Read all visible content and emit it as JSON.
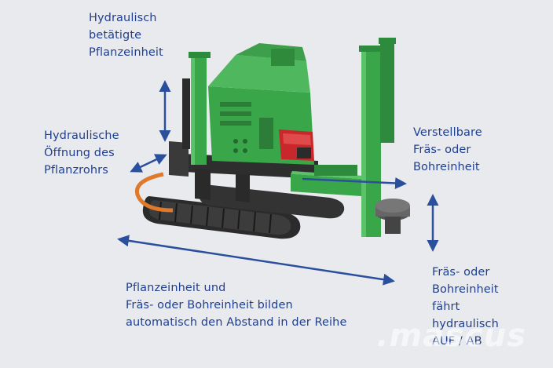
{
  "labels": {
    "planting_unit": [
      "Hydraulisch",
      "betätigte",
      "Pflanzeinheit"
    ],
    "tube_opening": [
      "Hydraulische",
      "Öffnung des",
      "Pflanzrohrs"
    ],
    "adjustable_unit": [
      "Verstellbare",
      "Fräs- oder",
      "Bohreinheit"
    ],
    "distance": [
      "Pflanzeinheit und",
      "Fräs- oder Bohreinheit bilden",
      "automatisch den Abstand in der Reihe"
    ],
    "vertical_move": [
      "Fräs- oder",
      "Bohreinheit",
      "fährt",
      "hydraulisch",
      "AUF / AB"
    ]
  },
  "watermark": ".mascus",
  "colors": {
    "label": "#1f3f8f",
    "arrow": "#2a4f9c",
    "machine_green": "#3aa64a",
    "track": "#2b2b2b",
    "engine_red": "#c8282b",
    "hose": "#e07a2a",
    "background": "#e9eaee"
  }
}
